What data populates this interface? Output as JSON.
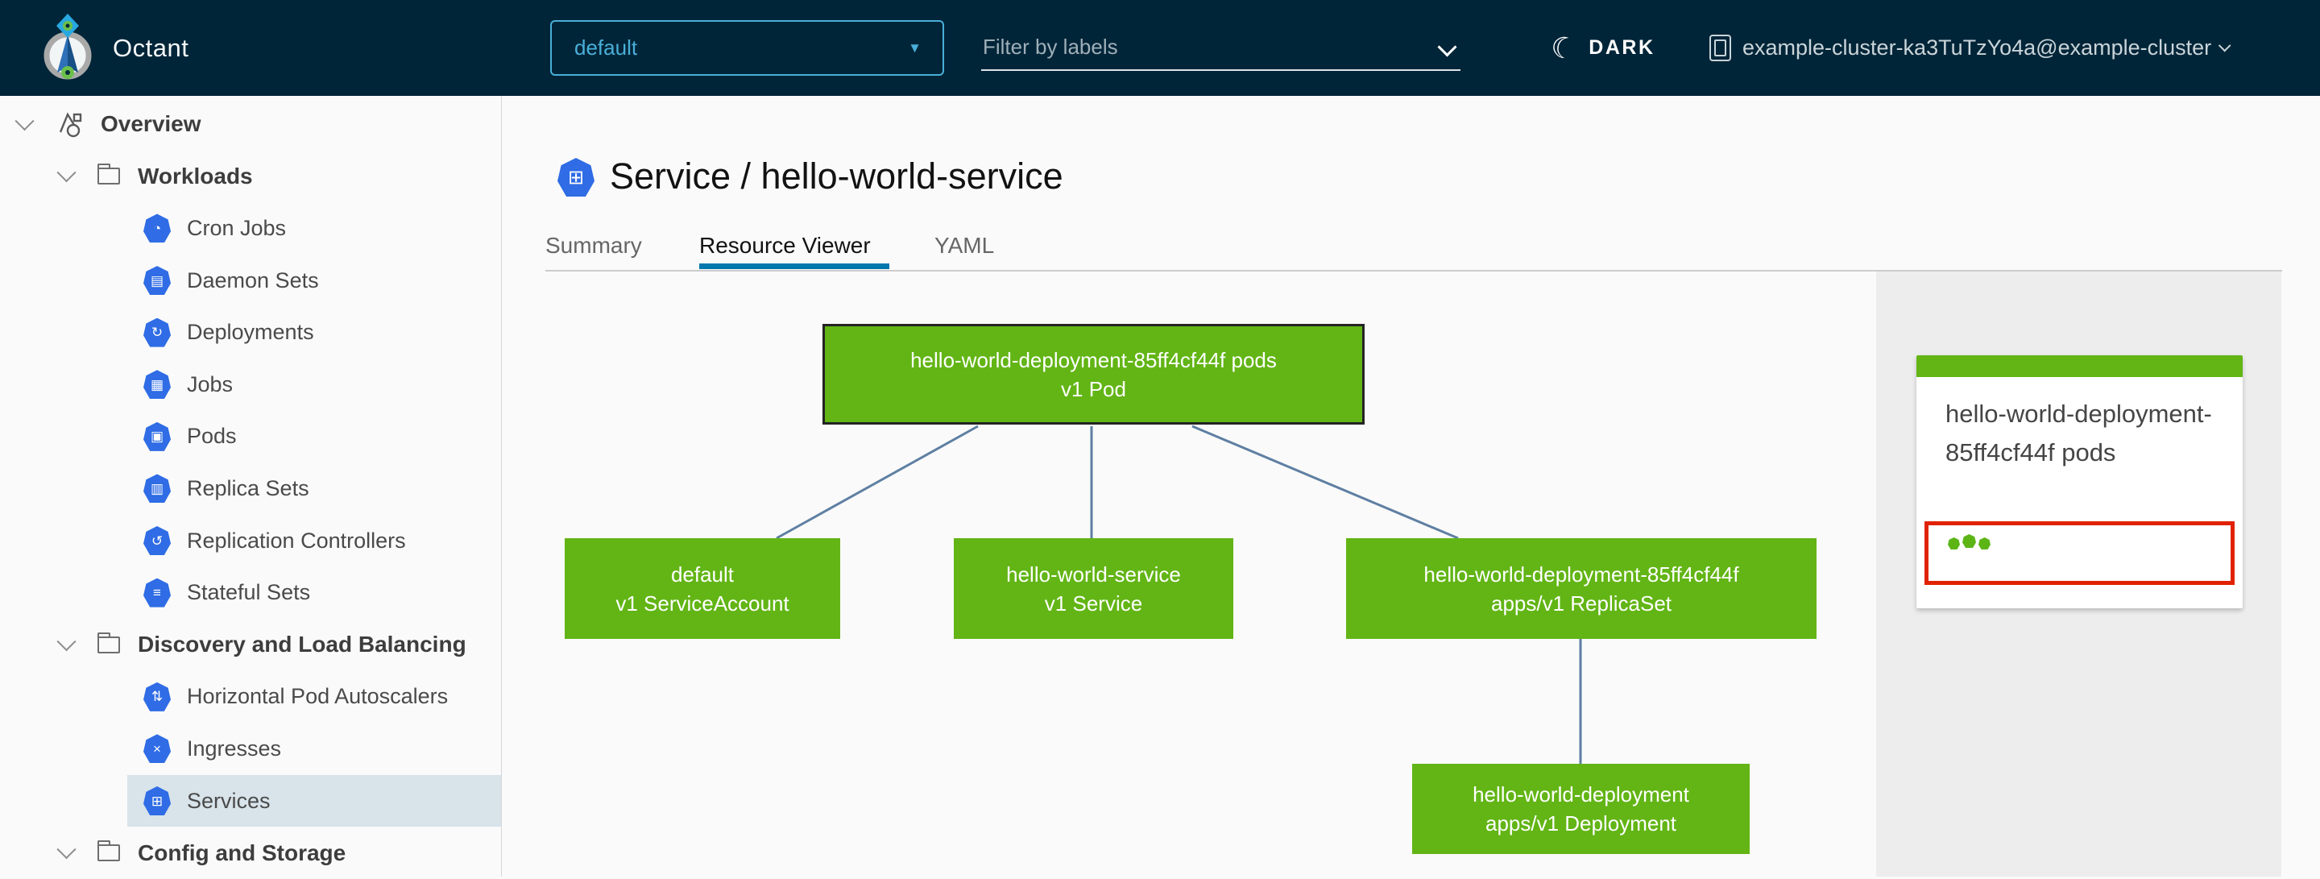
{
  "header": {
    "app_title": "Octant",
    "namespace_selector": {
      "value": "default"
    },
    "filter": {
      "placeholder": "Filter by labels"
    },
    "theme_toggle": {
      "label": "DARK",
      "icon": "moon-icon"
    },
    "context": {
      "label": "example-cluster-ka3TuTzYo4a@example-cluster",
      "icon": "cluster-icon"
    }
  },
  "sidebar": {
    "items": [
      {
        "label": "Overview",
        "level": 1,
        "icon": "objects-icon",
        "expanded": true,
        "selected": false
      },
      {
        "label": "Workloads",
        "level": 2,
        "icon": "folder-icon",
        "expanded": true,
        "selected": false
      },
      {
        "label": "Cron Jobs",
        "level": 3,
        "icon": "cron-jobs-icon",
        "selected": false
      },
      {
        "label": "Daemon Sets",
        "level": 3,
        "icon": "daemon-sets-icon",
        "selected": false
      },
      {
        "label": "Deployments",
        "level": 3,
        "icon": "deployments-icon",
        "selected": false
      },
      {
        "label": "Jobs",
        "level": 3,
        "icon": "jobs-icon",
        "selected": false
      },
      {
        "label": "Pods",
        "level": 3,
        "icon": "pods-icon",
        "selected": false
      },
      {
        "label": "Replica Sets",
        "level": 3,
        "icon": "replica-sets-icon",
        "selected": false
      },
      {
        "label": "Replication Controllers",
        "level": 3,
        "icon": "replication-controllers-icon",
        "selected": false
      },
      {
        "label": "Stateful Sets",
        "level": 3,
        "icon": "stateful-sets-icon",
        "selected": false
      },
      {
        "label": "Discovery and Load Balancing",
        "level": 2,
        "icon": "folder-icon",
        "expanded": true,
        "selected": false
      },
      {
        "label": "Horizontal Pod Autoscalers",
        "level": 3,
        "icon": "hpa-icon",
        "selected": false
      },
      {
        "label": "Ingresses",
        "level": 3,
        "icon": "ingresses-icon",
        "selected": false
      },
      {
        "label": "Services",
        "level": 3,
        "icon": "services-icon",
        "selected": true
      },
      {
        "label": "Config and Storage",
        "level": 2,
        "icon": "folder-icon",
        "expanded": true,
        "selected": false
      }
    ]
  },
  "main": {
    "page_title": "Service / hello-world-service",
    "page_icon": "service-icon",
    "tabs": [
      {
        "label": "Summary",
        "active": false
      },
      {
        "label": "Resource Viewer",
        "active": true
      },
      {
        "label": "YAML",
        "active": false
      }
    ]
  },
  "graph": {
    "nodes": [
      {
        "id": "pod",
        "lines": [
          "hello-world-deployment-85ff4cf44f pods",
          "v1 Pod"
        ],
        "selected": true,
        "status": "ok"
      },
      {
        "id": "serviceaccount",
        "lines": [
          "default",
          "v1 ServiceAccount"
        ],
        "selected": false,
        "status": "ok"
      },
      {
        "id": "service",
        "lines": [
          "hello-world-service",
          "v1 Service"
        ],
        "selected": false,
        "status": "ok"
      },
      {
        "id": "replicaset",
        "lines": [
          "hello-world-deployment-85ff4cf44f",
          "apps/v1 ReplicaSet"
        ],
        "selected": false,
        "status": "ok"
      },
      {
        "id": "deployment",
        "lines": [
          "hello-world-deployment",
          "apps/v1 Deployment"
        ],
        "selected": false,
        "status": "ok"
      }
    ],
    "edges": [
      [
        "pod",
        "serviceaccount"
      ],
      [
        "pod",
        "service"
      ],
      [
        "pod",
        "replicaset"
      ],
      [
        "replicaset",
        "deployment"
      ]
    ]
  },
  "detail_panel": {
    "title": "hello-world-deployment-85ff4cf44f pods",
    "pod_status": {
      "ok_count": 3,
      "highlighted": true
    }
  },
  "colors": {
    "header_bg": "#002538",
    "accent_blue": "#49afd9",
    "k8s_icon_blue": "#2f6ce5",
    "node_green": "#62b515",
    "status_green": "#5cb515",
    "selection_red": "#e12200",
    "edge_blue": "#5e7fa2",
    "tab_underline": "#0077ad",
    "sidebar_selected_bg": "#d8e3ea"
  }
}
